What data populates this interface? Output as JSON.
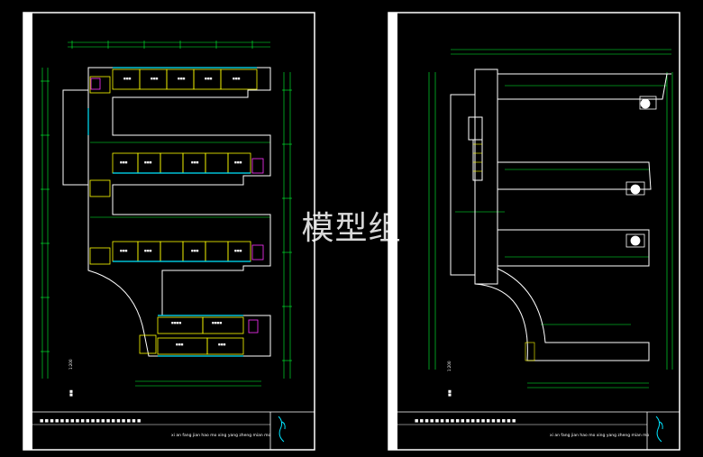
{
  "watermark": "模型组",
  "colors": {
    "background": "#000000",
    "sheet_frame": "#ffffff",
    "wall": "#ffffff",
    "room_outline": "#ffff00",
    "window": "#00e5ff",
    "dimension": "#00ff33",
    "stairs": "#ff33ff",
    "label": "#ffffff"
  },
  "sheets": [
    {
      "id": "left",
      "title_block_text": "xi an fang jian hao mo xing yang zheng mian mo",
      "scale_label": "1:200"
    },
    {
      "id": "right",
      "title_block_text": "xi an fang jian hao mo xing yang zheng mian mo",
      "scale_label": "1:200"
    }
  ]
}
